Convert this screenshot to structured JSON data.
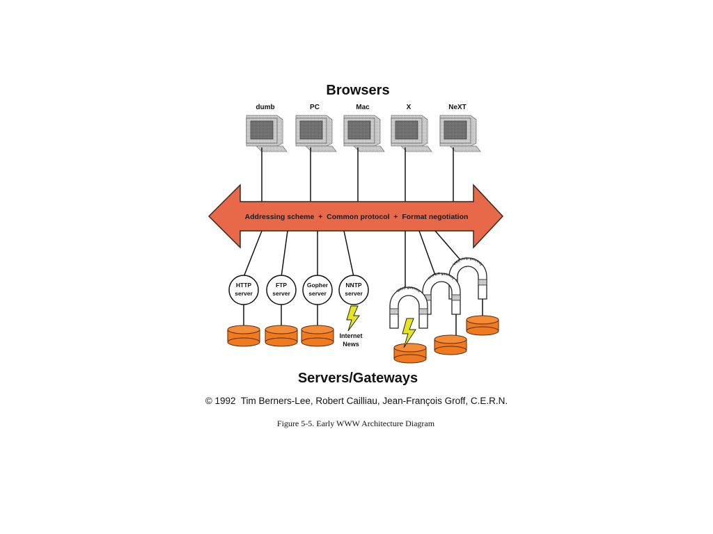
{
  "header": {
    "title": "Browsers"
  },
  "browsers": [
    {
      "label": "dumb"
    },
    {
      "label": "PC"
    },
    {
      "label": "Mac"
    },
    {
      "label": "X"
    },
    {
      "label": "NeXT"
    }
  ],
  "protocol_bar": {
    "text": "Addressing scheme  +  Common protocol  +  Format negotiation",
    "color": "#e8694a"
  },
  "servers": [
    {
      "line1": "HTTP",
      "line2": "server"
    },
    {
      "line1": "FTP",
      "line2": "server"
    },
    {
      "line1": "Gopher",
      "line2": "server"
    },
    {
      "line1": "NNTP",
      "line2": "server"
    }
  ],
  "internet_news": {
    "line1": "Internet",
    "line2": "News"
  },
  "gateways": [
    {
      "label": "WAIS gateway"
    },
    {
      "label": "HYPER gateway"
    },
    {
      "label": "VMS Help gateway"
    }
  ],
  "footer": {
    "title": "Servers/Gateways",
    "copyright": "© 1992  Tim Berners-Lee, Robert Cailliau, Jean-François Groff, C.E.R.N.",
    "caption": "Figure 5-5. Early WWW Architecture Diagram"
  },
  "colors": {
    "database": "#f07a1e",
    "lightning": "#e6e61e",
    "monitor": "#d2d2d2"
  }
}
